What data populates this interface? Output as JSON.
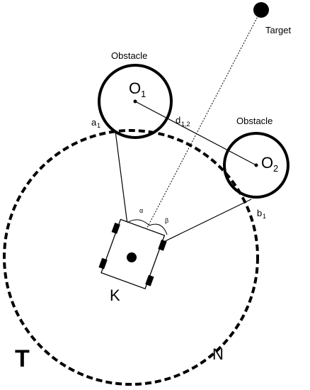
{
  "diagram": {
    "labels": {
      "target": "Target",
      "obstacle_1": "Obstacle",
      "obstacle_2": "Obstacle",
      "o1_main": "O",
      "o1_sub": "1",
      "o2_main": "O",
      "o2_sub": "2",
      "d_main": "d",
      "d_sub": "1,2",
      "a_main": "a",
      "a_sub": "1",
      "b_main": "b",
      "b_sub": "1",
      "alpha": "α",
      "beta": "β",
      "robot": "K",
      "region_t": "T",
      "region_n": "N"
    },
    "colors": {
      "ink": "#000000",
      "background": "#ffffff"
    }
  }
}
